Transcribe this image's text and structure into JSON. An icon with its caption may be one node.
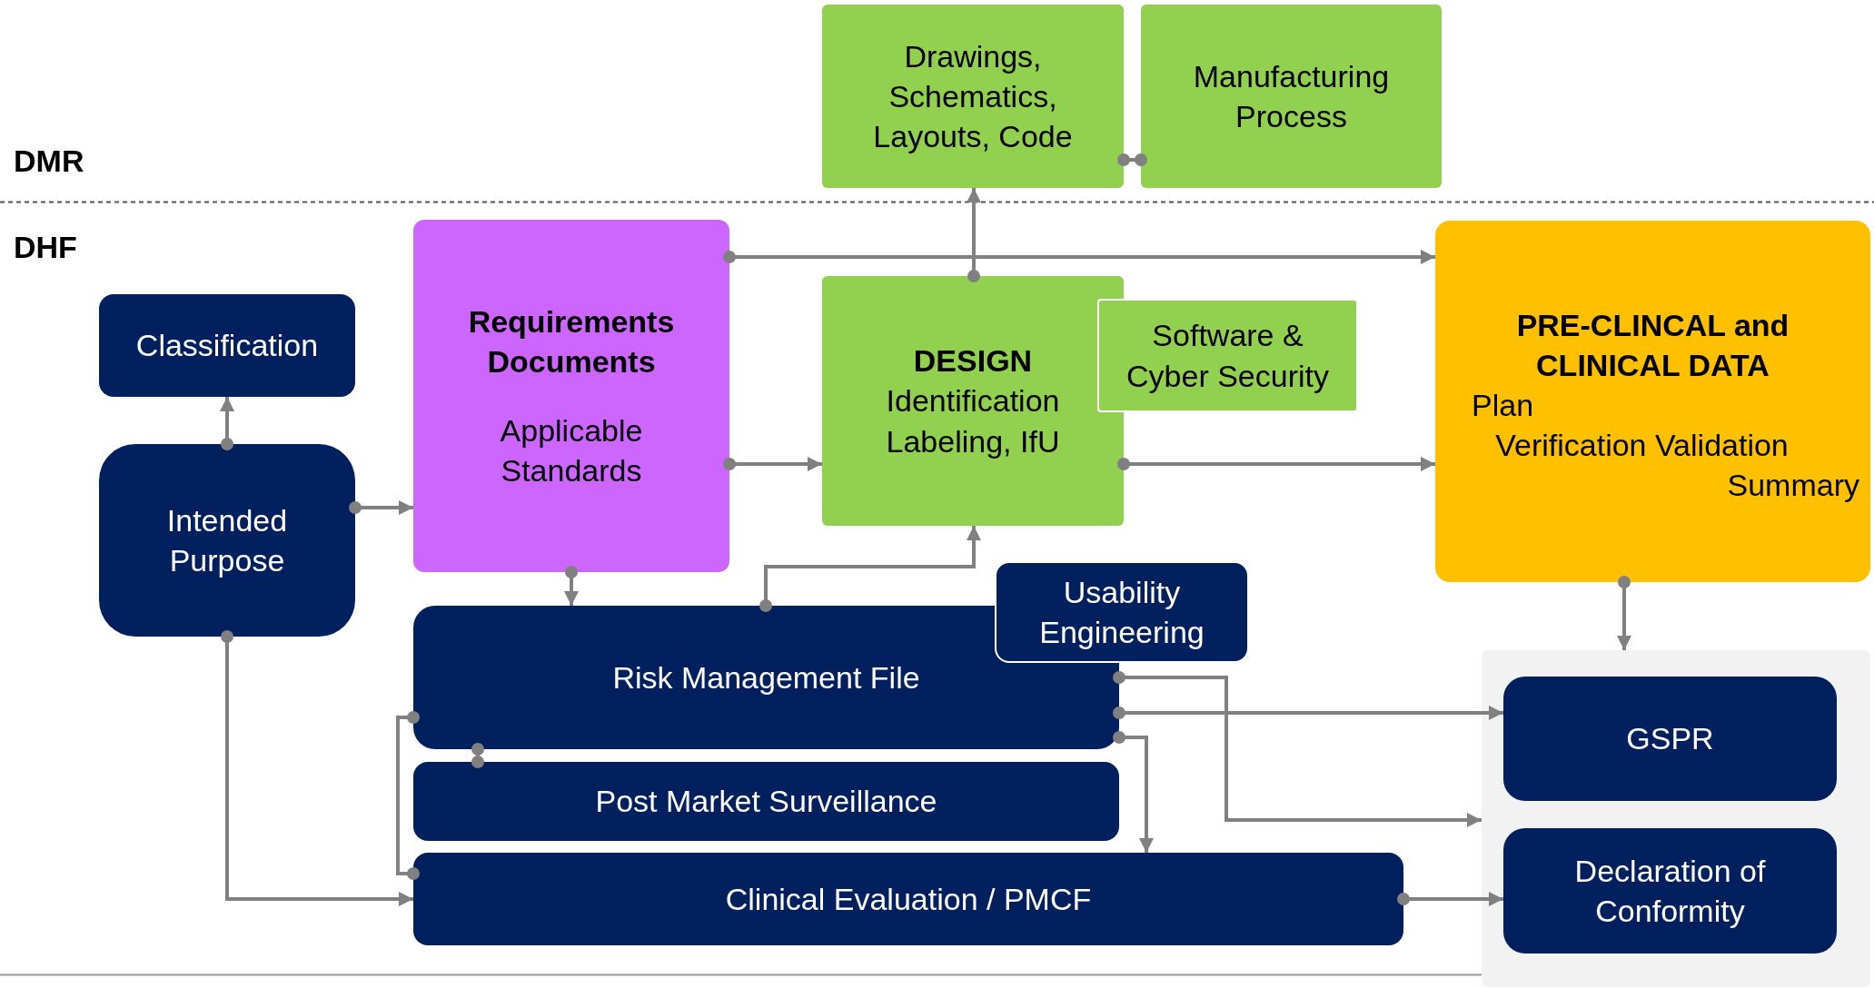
{
  "diagram": {
    "nodes": [
      {
        "text": [
          "Drawings, Schematics, Layouts, Code"
        ]
      },
      {
        "text": [
          "Manufacturing Process"
        ]
      },
      {
        "text": [
          "Requirements Documents",
          "Applicable Standards"
        ]
      },
      {
        "text": [
          "DESIGN",
          "Identification Labeling, IfU"
        ]
      },
      {
        "text": [
          "Software & Cyber Security"
        ]
      },
      {
        "text": [
          "PRE-CLINCAL and CLINICAL DATA",
          "Plan",
          "Verification Validation",
          "Summary"
        ]
      },
      {
        "text": [
          "Classification"
        ]
      },
      {
        "text": [
          "Intended Purpose"
        ]
      },
      {
        "text": [
          "Risk Management File"
        ]
      },
      {
        "text": [
          "Usability Engineering"
        ]
      },
      {
        "text": [
          "Post Market Surveillance"
        ]
      },
      {
        "text": [
          "Clinical Evaluation / PMCF"
        ]
      },
      {
        "text": [],
        "shape": "box"
      },
      {
        "text": [
          "GSPR"
        ],
        "in": 12
      },
      {
        "text": [
          "Declaration of Conformity"
        ],
        "in": 12
      }
    ],
    "edges": [
      {
        "from": 0,
        "to": 1,
        "arrow": "other"
      },
      {
        "from": 3,
        "to": 0,
        "arrow": "to"
      },
      {
        "from": 2,
        "to": 5,
        "arrow": "to"
      },
      {
        "from": 2,
        "to": 3,
        "arrow": "to"
      },
      {
        "from": 3,
        "to": 5,
        "arrow": "to"
      },
      {
        "from": 7,
        "to": 6,
        "arrow": "to"
      },
      {
        "from": 7,
        "to": 2,
        "arrow": "to"
      },
      {
        "from": 2,
        "to": 8,
        "arrow": "to"
      },
      {
        "from": 8,
        "to": 3,
        "arrow": "to"
      },
      {
        "from": 8,
        "to": 10,
        "arrow": "other"
      },
      {
        "from": 8,
        "to": 11,
        "arrow": "other"
      },
      {
        "from": 8,
        "to": 11,
        "arrow": "to"
      },
      {
        "from": 7,
        "to": 11,
        "arrow": "to"
      },
      {
        "from": 8,
        "to": 13,
        "arrow": "to"
      },
      {
        "from": 8,
        "to": 12,
        "arrow": "to"
      },
      {
        "from": 11,
        "to": 14,
        "arrow": "to"
      },
      {
        "from": 5,
        "to": 12,
        "arrow": "to"
      }
    ],
    "labels": [
      "DMR",
      "DHF"
    ]
  }
}
